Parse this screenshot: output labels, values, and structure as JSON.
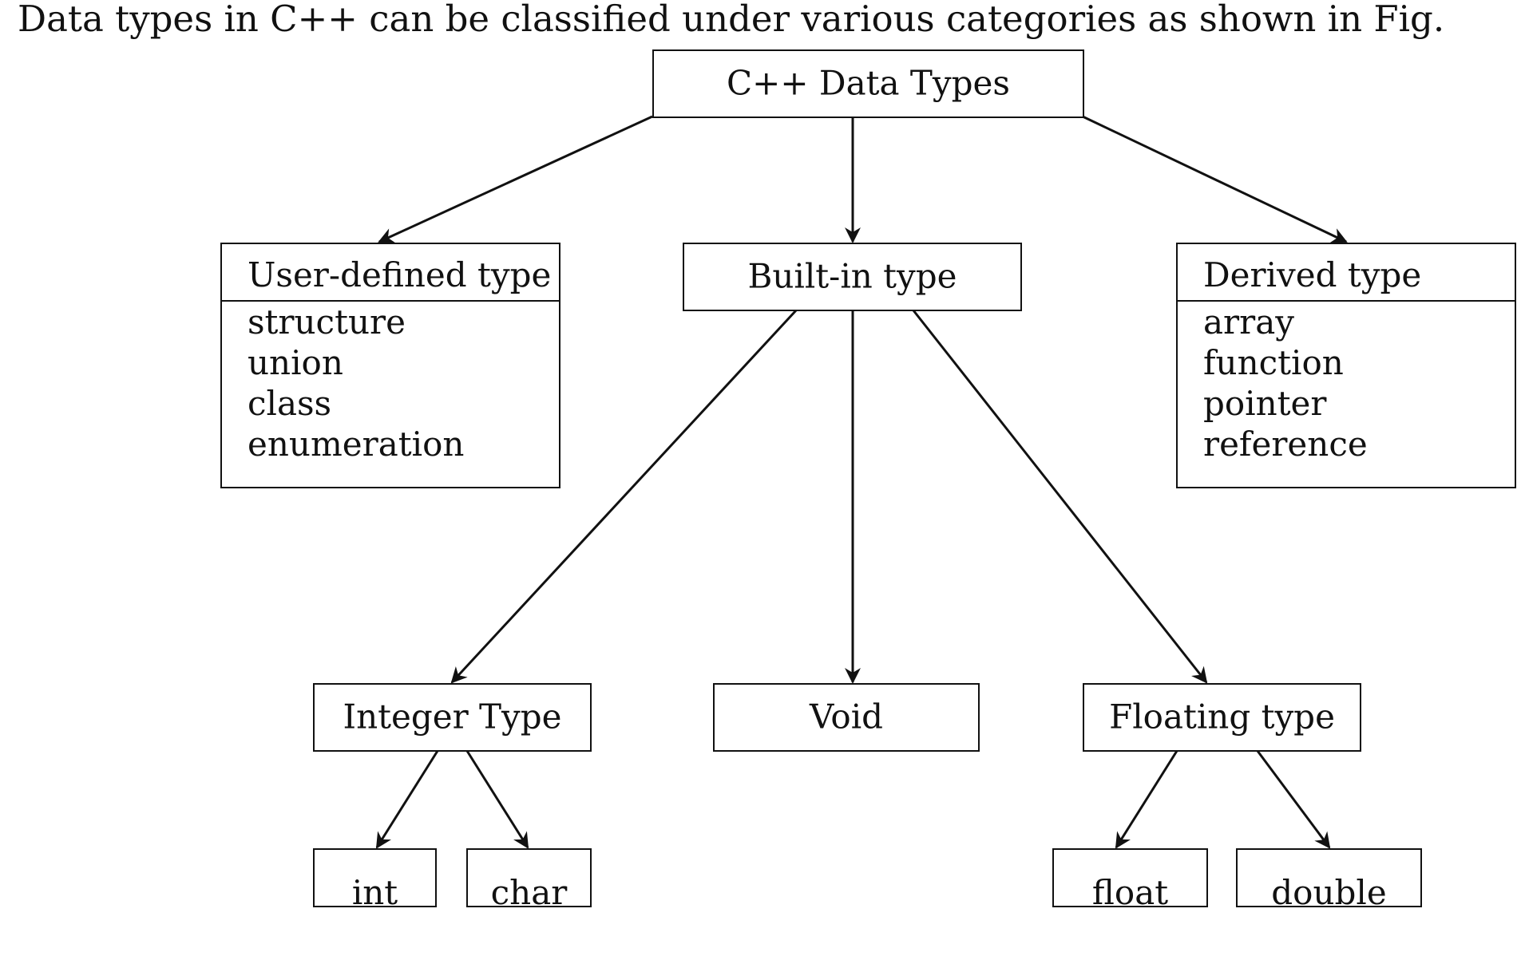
{
  "intro_text": "Data types in C++ can be classified under various categories as shown in Fig.",
  "diagram": {
    "root": {
      "label": "C++ Data Types"
    },
    "user_defined": {
      "title": "User-defined type",
      "items": [
        "structure",
        "union",
        "class",
        "enumeration"
      ]
    },
    "built_in": {
      "label": "Built-in type"
    },
    "derived": {
      "title": "Derived type",
      "items": [
        "array",
        "function",
        "pointer",
        "reference"
      ]
    },
    "integer": {
      "label": "Integer Type"
    },
    "void": {
      "label": "Void"
    },
    "floating": {
      "label": "Floating type"
    },
    "int": {
      "label": "int"
    },
    "char": {
      "label": "char"
    },
    "float": {
      "label": "float"
    },
    "double": {
      "label": "double"
    }
  },
  "colors": {
    "line": "#111111",
    "background": "#ffffff"
  }
}
